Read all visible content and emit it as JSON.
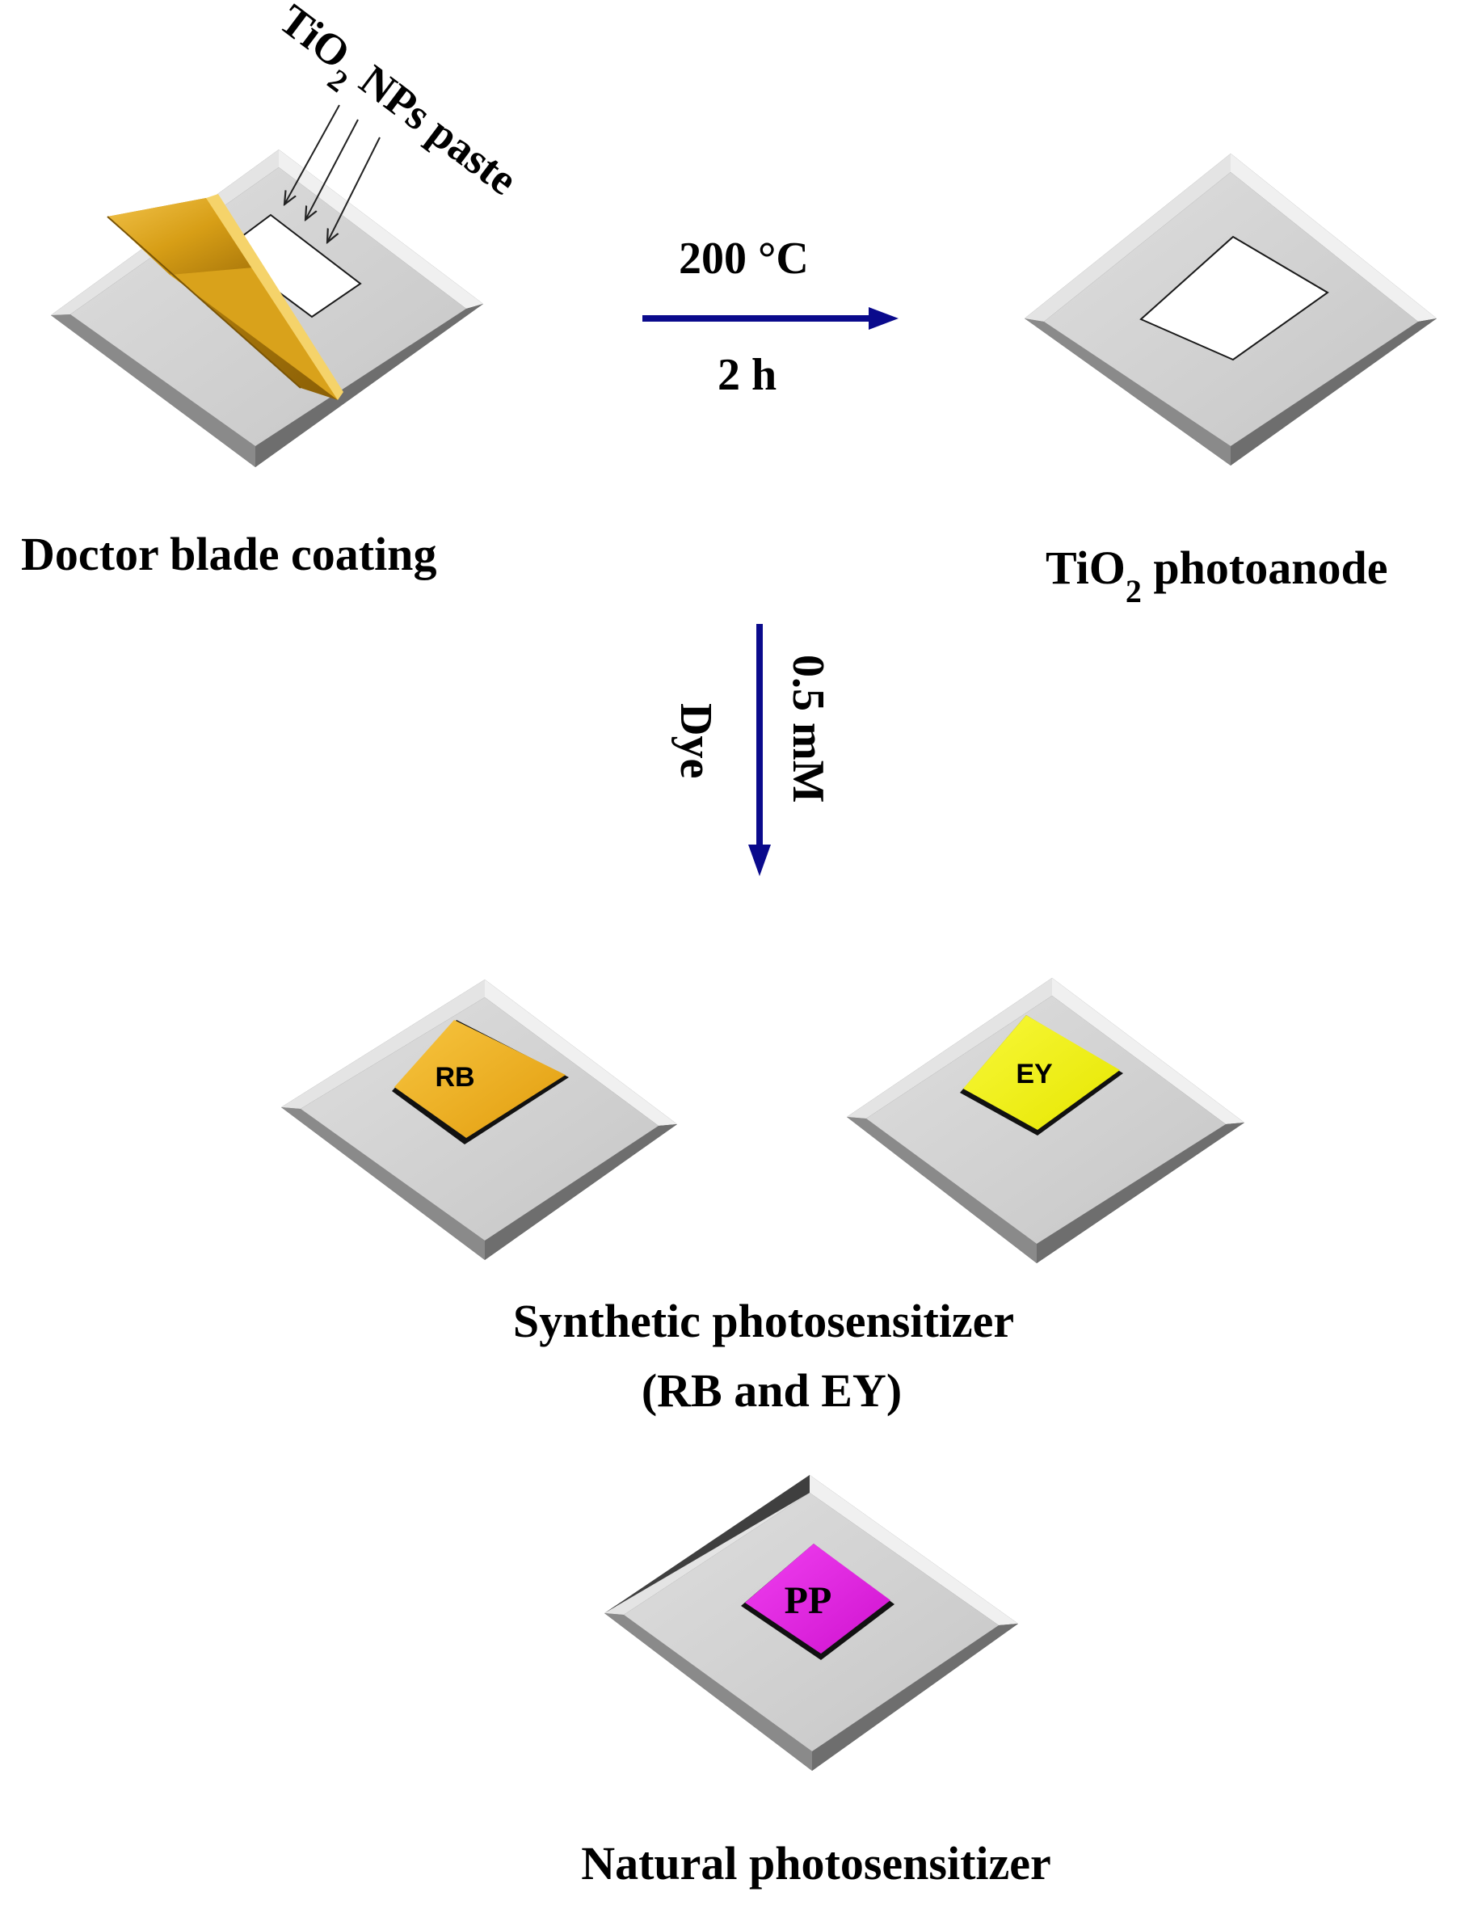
{
  "steps": {
    "coating": {
      "paste_label_main": "TiO",
      "paste_label_sub": "2",
      "paste_label_rest": " NPs paste",
      "caption": "Doctor blade coating"
    },
    "anneal": {
      "temperature": "200 °C",
      "duration": "2 h"
    },
    "photoanode": {
      "caption_main": "TiO",
      "caption_sub": "2",
      "caption_rest": " photoanode"
    },
    "dye_step": {
      "concentration": "0.5 mM",
      "reagent": "Dye"
    },
    "synthetic": {
      "rb_label": "RB",
      "ey_label": "EY",
      "caption_line1": "Synthetic photosensitizer",
      "caption_line2": "(RB and EY)"
    },
    "natural": {
      "pp_label": "PP",
      "caption": "Natural photosensitizer"
    }
  },
  "colors": {
    "substrate_top": "#d2d2d2",
    "substrate_edge_light": "#ececec",
    "substrate_edge_dark": "#6e6e6e",
    "film_white": "#ffffff",
    "blade_gold": "#d9a21b",
    "arrow_navy": "#0a0a8c",
    "rb_orange": "#f2b21c",
    "ey_yellow": "#f4f40f",
    "pp_magenta": "#e61ee6"
  }
}
